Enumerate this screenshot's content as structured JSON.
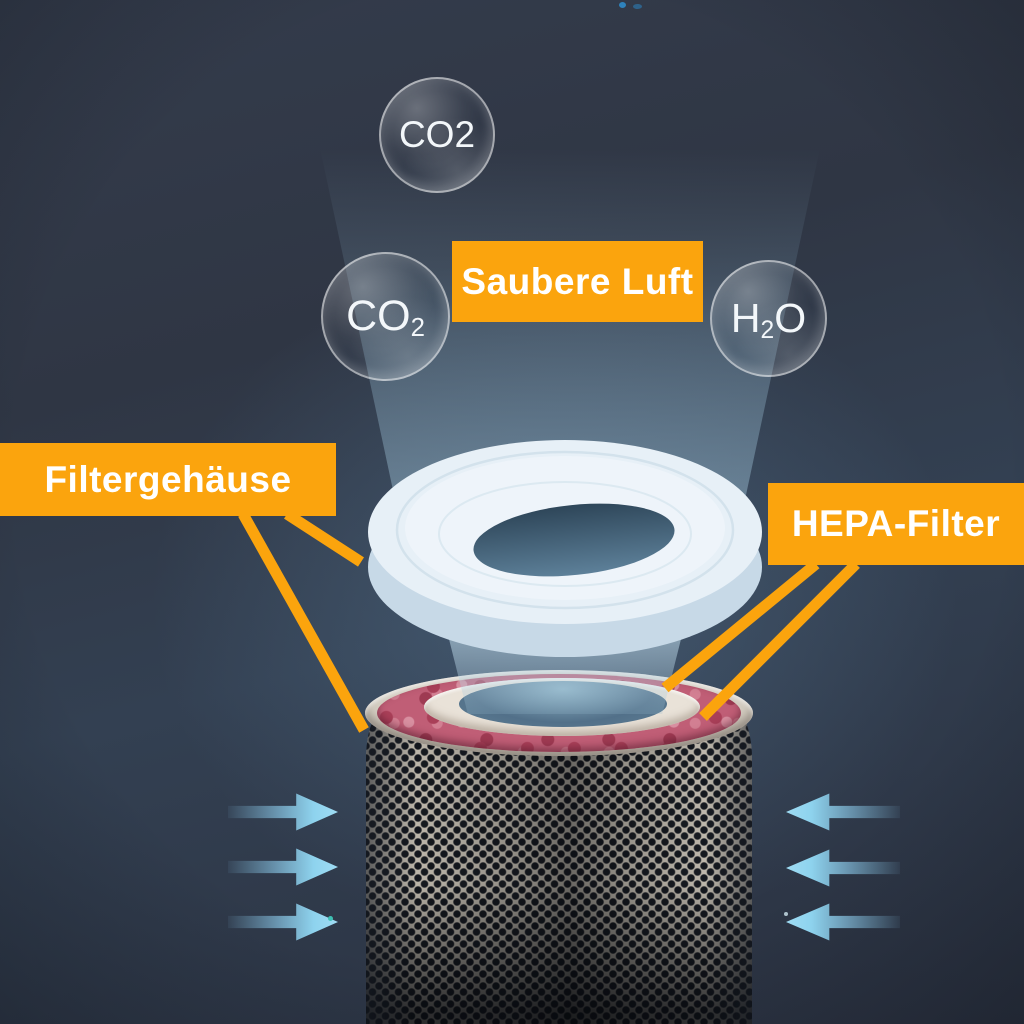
{
  "labels": {
    "clean_air": "Saubere Luft",
    "filter_housing": "Filtergehäuse",
    "hepa_filter": "HEPA-Filter"
  },
  "molecules": {
    "co2_top": {
      "text": "CO2"
    },
    "co2_left": {
      "pre": "CO",
      "sub": "2",
      "post": ""
    },
    "h2o_right": {
      "pre": "H",
      "sub": "2",
      "post": "O"
    }
  },
  "airflow": {
    "left_arrow_count": 3,
    "right_arrow_count": 3,
    "direction": "into filter from both sides, clean air rises from top ring"
  },
  "colors": {
    "accent_orange": "#FBA40D",
    "arrow_blue": "#8ED3EE",
    "background_navy": "#2F3644",
    "housing_ring_white": "#E7F0F7",
    "granules_pink": "#C05E76",
    "label_text": "#FFFFFF"
  }
}
